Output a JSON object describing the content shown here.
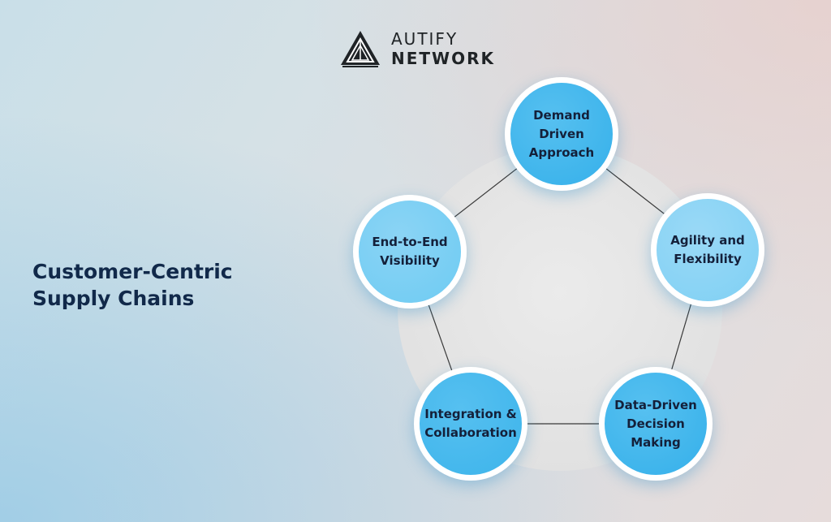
{
  "brand": {
    "name_line1": "AUTIFY",
    "name_line2": "NETWORK",
    "icon": "triangle-logo-icon"
  },
  "title": {
    "line1": "Customer-Centric",
    "line2": "Supply Chains"
  },
  "diagram": {
    "colors": {
      "node_light": "#7fd0f4",
      "node_dark": "#35b0ea",
      "hub": "#e7e7e7",
      "connector": "#3a3a3a",
      "text": "#14203a",
      "title": "#11294a"
    },
    "nodes": [
      {
        "label": "Demand Driven Approach"
      },
      {
        "label": "Agility and Flexibility"
      },
      {
        "label": "Data-Driven Decision Making"
      },
      {
        "label": "Integration & Collaboration"
      },
      {
        "label": "End-to-End Visibility"
      }
    ]
  }
}
